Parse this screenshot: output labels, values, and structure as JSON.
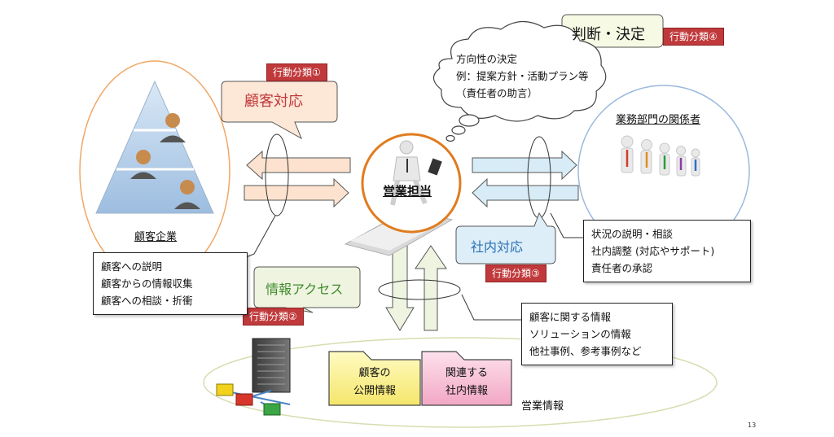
{
  "customer": {
    "label": "顧客企業",
    "notes": [
      "顧客への説明",
      "顧客からの情報収集",
      "顧客への相談・折衝"
    ]
  },
  "callouts": {
    "customer_response": {
      "label": "顧客対応",
      "tag": "行動分類①"
    },
    "info_access": {
      "label": "情報アクセス",
      "tag": "行動分類②"
    },
    "internal_response": {
      "label": "社内対応",
      "tag": "行動分類③"
    },
    "judgment": {
      "label": "判断・決定",
      "tag": "行動分類④"
    }
  },
  "thought": {
    "lines": [
      "方向性の決定",
      "例：提案方針・活動プラン等",
      "（責任者の助言）"
    ]
  },
  "center": {
    "label": "営業担当"
  },
  "department": {
    "label": "業務部門の関係者",
    "notes": [
      "状況の説明・相談",
      "社内調整 (対応やサポート)",
      "責任者の承認"
    ]
  },
  "info_box": {
    "lines": [
      "顧客に関する情報",
      "ソリューションの情報",
      "他社事例、参考事例など"
    ]
  },
  "sales_info": {
    "label": "営業情報",
    "folders": [
      {
        "lines": [
          "顧客の",
          "公開情報"
        ],
        "color": "#fff59d"
      },
      {
        "lines": [
          "関連する",
          "社内情報"
        ],
        "color": "#f8c8dc"
      }
    ]
  },
  "colors": {
    "tag_red": "#c0393b",
    "customer_arrow": "#fde3cf",
    "internal_arrow": "#d7ecf6",
    "info_arrow": "#eef4e0",
    "center_ring": "#e07b1e"
  },
  "page_number": "13"
}
